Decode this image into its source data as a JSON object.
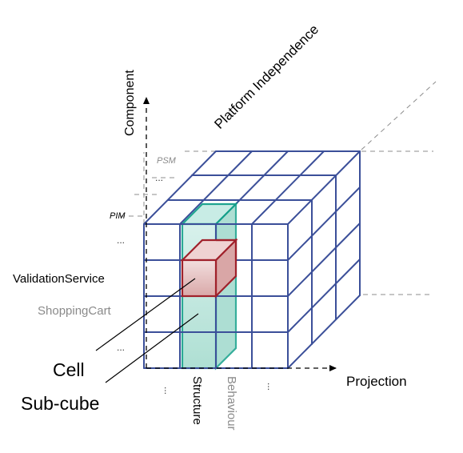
{
  "axes": {
    "component": "Component",
    "platform": "Platform Independence",
    "projection": "Projection"
  },
  "platform_levels": {
    "psm": "PSM",
    "pim": "PIM"
  },
  "components": {
    "validation": "ValidationService",
    "shopping": "ShoppingCart"
  },
  "projections": {
    "structure": "Structure",
    "behaviour": "Behaviour"
  },
  "callouts": {
    "cell": "Cell",
    "subcube": "Sub-cube"
  },
  "ellipsis": "...",
  "colors": {
    "grid": "#3b4f99",
    "subcube_fill": "#bfe8df",
    "subcube_stroke": "#14a08a",
    "cell_fill": "#e6bcbc",
    "cell_stroke": "#a0212b"
  }
}
